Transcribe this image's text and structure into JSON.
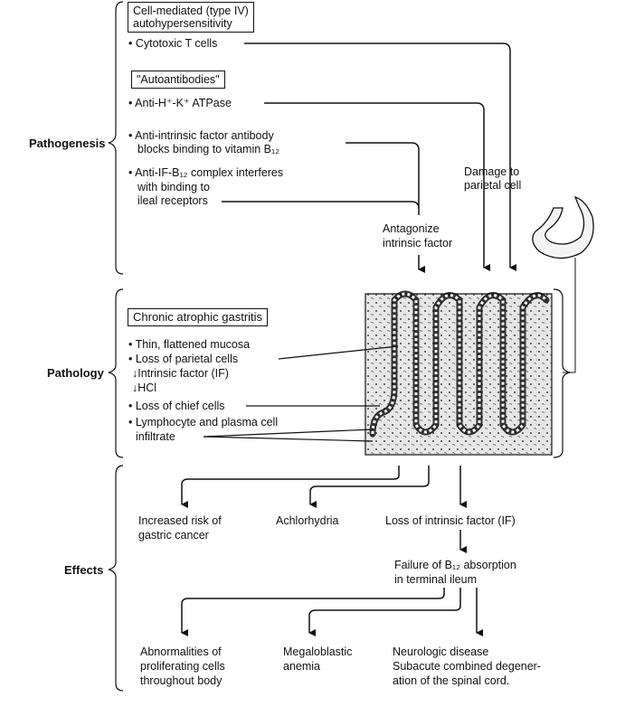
{
  "sections": {
    "pathogenesis": "Pathogenesis",
    "pathology": "Pathology",
    "effects": "Effects"
  },
  "pathogenesis": {
    "cell_box_line1": "Cell-mediated (type IV)",
    "cell_box_line2": "autohypersensitivity",
    "cytotoxic": "• Cytotoxic T cells",
    "auto_box": "\"Autoantibodies\"",
    "anti_atpase": "• Anti-H⁺-K⁺ ATPase",
    "anti_if_line1": "• Anti-intrinsic factor antibody",
    "anti_if_line2": "blocks binding to vitamin B₁₂",
    "anti_ifb12_line1": "• Anti-IF-B₁₂ complex interferes",
    "anti_ifb12_line2": "with binding to",
    "anti_ifb12_line3": "ileal receptors",
    "damage_line1": "Damage to",
    "damage_line2": "parietal cell",
    "antagonize_line1": "Antagonize",
    "antagonize_line2": "intrinsic factor"
  },
  "pathology": {
    "box": "Chronic atrophic gastritis",
    "item1": "• Thin, flattened mucosa",
    "item2": "• Loss of parietal cells",
    "item3": "↓Intrinsic factor (IF)",
    "item4": "↓HCl",
    "item5": "• Loss of chief cells",
    "item6_line1": "• Lymphocyte and plasma cell",
    "item6_line2": "infiltrate"
  },
  "effects": {
    "risk_line1": "Increased risk of",
    "risk_line2": "gastric cancer",
    "achlorhydria": "Achlorhydria",
    "loss_if": "Loss of intrinsic factor (IF)",
    "failure_line1": "Failure of B₁₂ absorption",
    "failure_line2": "in terminal ileum",
    "abn_line1": "Abnormalities of",
    "abn_line2": "proliferating cells",
    "abn_line3": "throughout body",
    "mega_line1": "Megaloblastic",
    "mega_line2": "anemia",
    "neuro_line1": "Neurologic disease",
    "neuro_line2": "Subacute combined degener-",
    "neuro_line3": "ation of the spinal cord."
  }
}
